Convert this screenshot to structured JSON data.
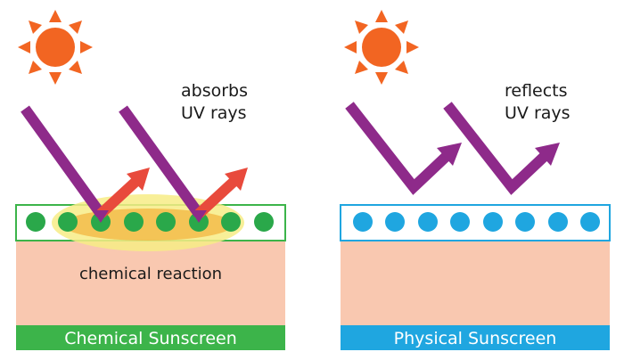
{
  "colors": {
    "sun": "#f26522",
    "uv_ray": "#8e2a8a",
    "reflected_ray_chemical": "#e84a3c",
    "skin": "#f9c8b0",
    "chemical_green": "#3cb44a",
    "chemical_dots": "#2aa84a",
    "physical_blue": "#1fa6e0",
    "physical_dots": "#1fa6e0",
    "reaction_glow": "#f5e86a",
    "reaction_core": "#f3c233",
    "label_text": "#1a1a1a",
    "caption_text": "#ffffff"
  },
  "chemical": {
    "annotation_line1": "absorbs",
    "annotation_line2": "UV rays",
    "reaction_label": "chemical reaction",
    "caption": "Chemical Sunscreen",
    "icons": [
      "sun-icon",
      "uv-ray-arrow",
      "reflected-ray-arrow"
    ]
  },
  "physical": {
    "annotation_line1": "reflects",
    "annotation_line2": "UV rays",
    "caption": "Physical Sunscreen",
    "icons": [
      "sun-icon",
      "uv-ray-arrow"
    ]
  }
}
